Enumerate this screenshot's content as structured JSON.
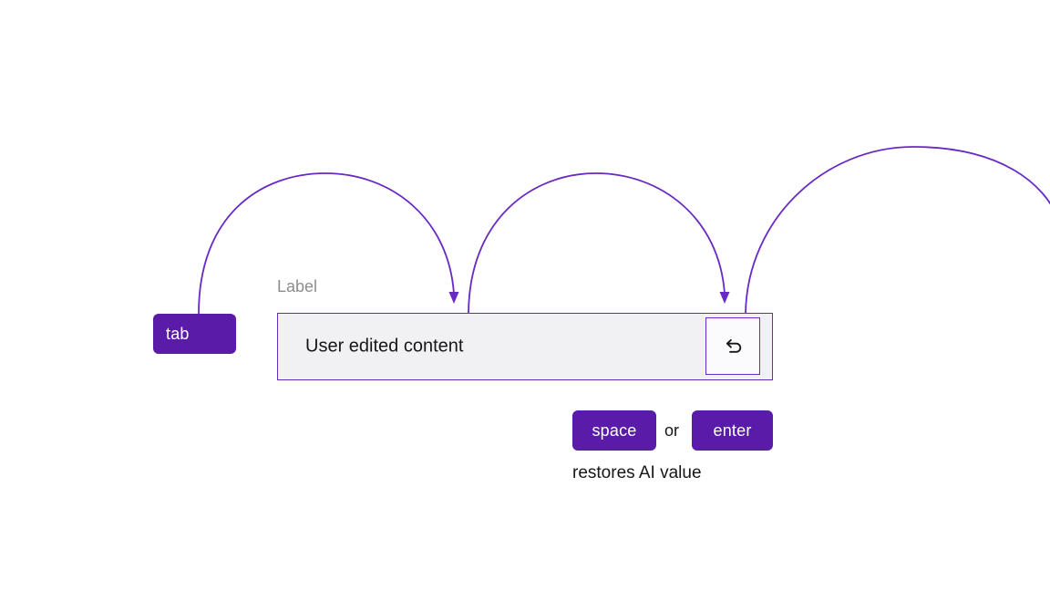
{
  "colors": {
    "background": "#ffffff",
    "key_background": "#5a1ba9",
    "key_text": "#ffffff",
    "arc_stroke": "#6929c4",
    "field_background": "#f1f1f4",
    "field_border": "#6929c4",
    "revert_button_border": "#6929c4",
    "label_text": "#8d8d8d",
    "body_text": "#161616"
  },
  "keys": {
    "tab": "tab",
    "space": "space",
    "enter": "enter"
  },
  "conjunction": "or",
  "field": {
    "label": "Label",
    "value": "User edited content"
  },
  "icons": {
    "revert": "undo-arrow-icon"
  },
  "caption": "restores AI value"
}
